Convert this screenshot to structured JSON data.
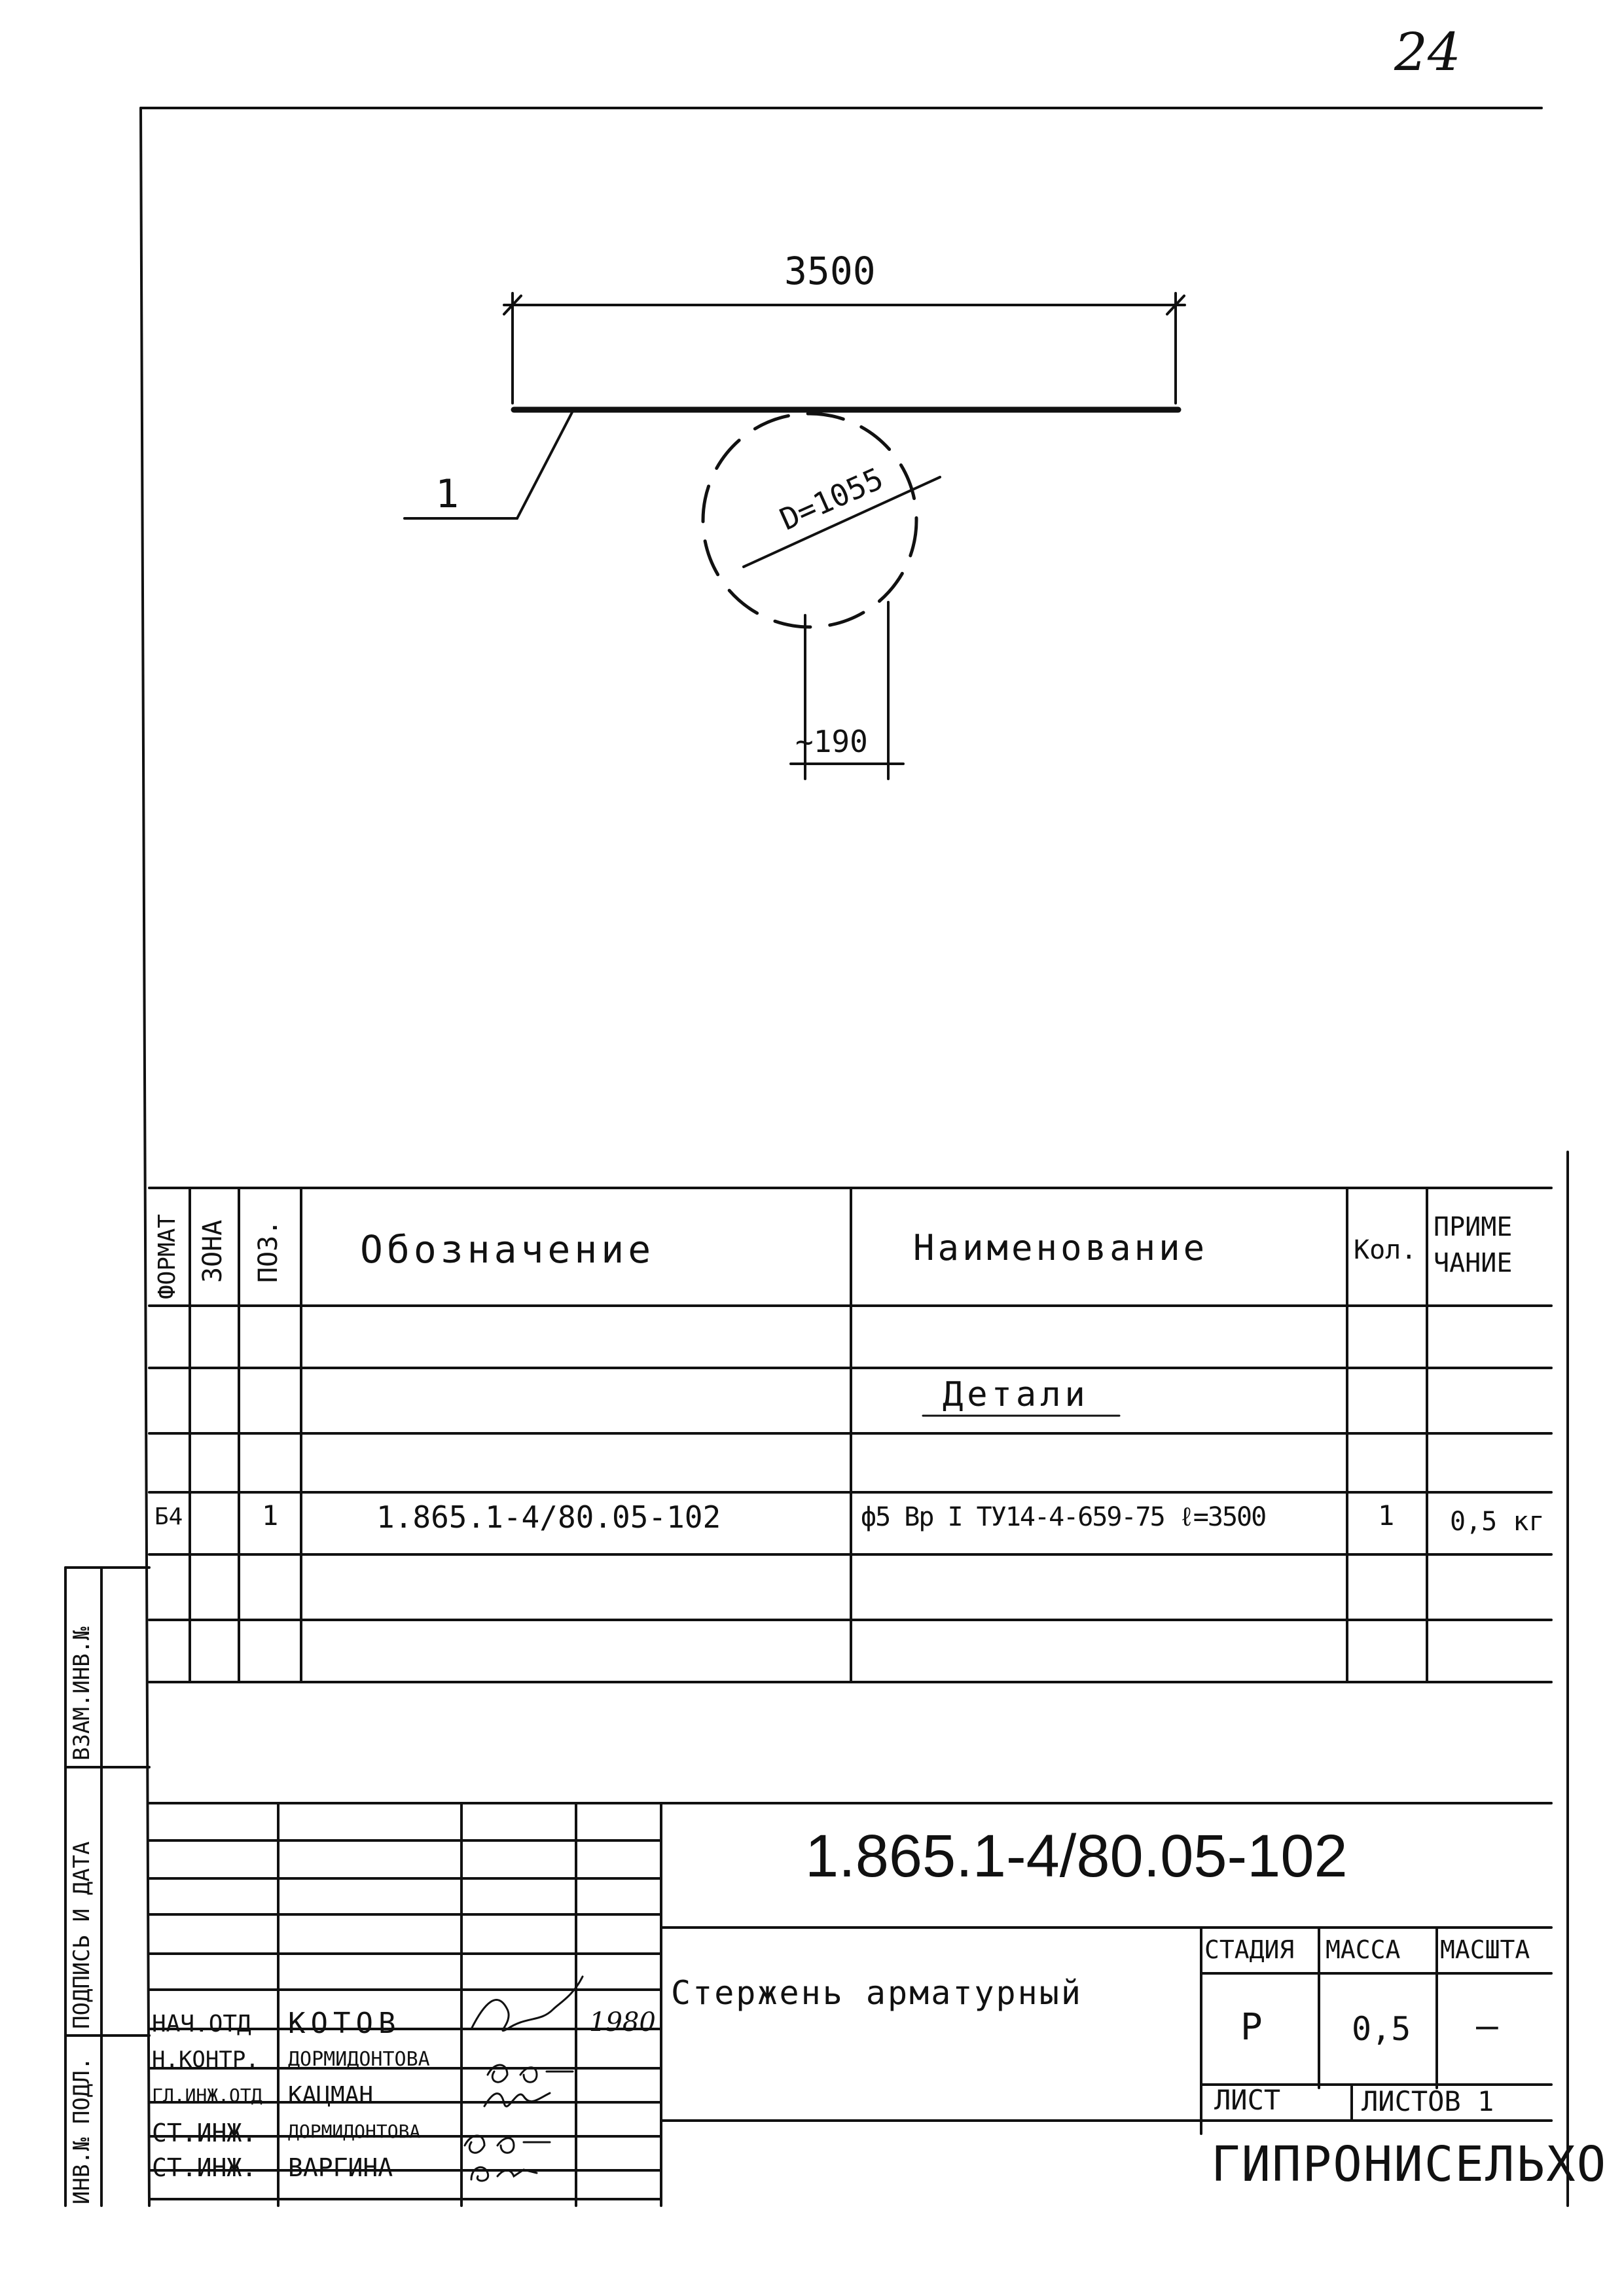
{
  "sheet_number": "24",
  "drawing": {
    "length_dim": "3500",
    "position_marker": "1",
    "diameter_label": "D=1055",
    "gap_dim": "~190"
  },
  "spec": {
    "headers": {
      "format": "ФОРМАТ",
      "zone": "ЗОНА",
      "pos": "ПОЗ.",
      "designation": "Обозначение",
      "name": "Наименование",
      "qty": "Кол.",
      "note_line1": "ПРИМЕ",
      "note_line2": "ЧАНИЕ"
    },
    "section_title": "Детали",
    "row": {
      "format": "Б4",
      "pos": "1",
      "designation": "1.865.1-4/80.05-102",
      "name": "ф5 Вр I ТУ14-4-659-75 ℓ=3500",
      "qty": "1",
      "note": "0,5 кг"
    }
  },
  "title_block": {
    "doc_code": "1.865.1-4/80.05-102",
    "title": "Стержень арматурный",
    "stage_label": "СТАДИЯ",
    "mass_label": "МАССА",
    "scale_label": "МАСШТА",
    "stage_value": "Р",
    "mass_value": "0,5",
    "scale_value": "—",
    "sheet_label": "ЛИСТ",
    "sheets_label": "ЛИСТОВ 1",
    "organization": "ГИПРОНИСЕЛЬХО",
    "signatures": [
      {
        "role": "НАЧ.ОТД",
        "name": "КОТОВ",
        "date": "1980"
      },
      {
        "role": "Н.КОНТР.",
        "name": "ДОРМИДОНТОВА",
        "date": ""
      },
      {
        "role": "ГЛ.ИНЖ.ОТД",
        "name": "КАЦМАН",
        "date": ""
      },
      {
        "role": "СТ.ИНЖ.",
        "name": "ДОРМИДОНТОВА",
        "date": ""
      },
      {
        "role": "СТ.ИНЖ.",
        "name": "ВАРГИНА",
        "date": ""
      }
    ]
  },
  "side_labels": {
    "replace_inv": "ВЗАМ.ИНВ.№",
    "sign_date": "ПОДПИСЬ И ДАТА",
    "inv_orig": "ИНВ.№ ПОДЛ."
  }
}
